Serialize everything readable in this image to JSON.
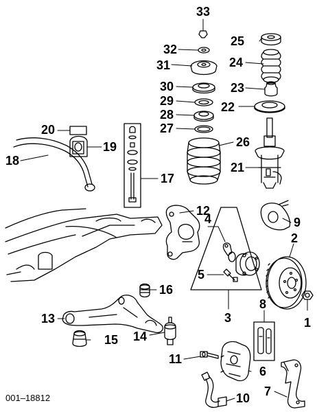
{
  "labels": {
    "n1": "1",
    "n2": "2",
    "n3": "3",
    "n4": "4",
    "n5": "5",
    "n6": "6",
    "n7": "7",
    "n8": "8",
    "n9": "9",
    "n10": "10",
    "n11": "11",
    "n12": "12",
    "n13": "13",
    "n14": "14",
    "n15": "15",
    "n16": "16",
    "n17": "17",
    "n18": "18",
    "n19": "19",
    "n20": "20",
    "n21": "21",
    "n22": "22",
    "n23": "23",
    "n24": "24",
    "n25": "25",
    "n26": "26",
    "n27": "27",
    "n28": "28",
    "n29": "29",
    "n30": "30",
    "n31": "31",
    "n32": "32",
    "n33": "33"
  },
  "reference_code": "001–18812"
}
